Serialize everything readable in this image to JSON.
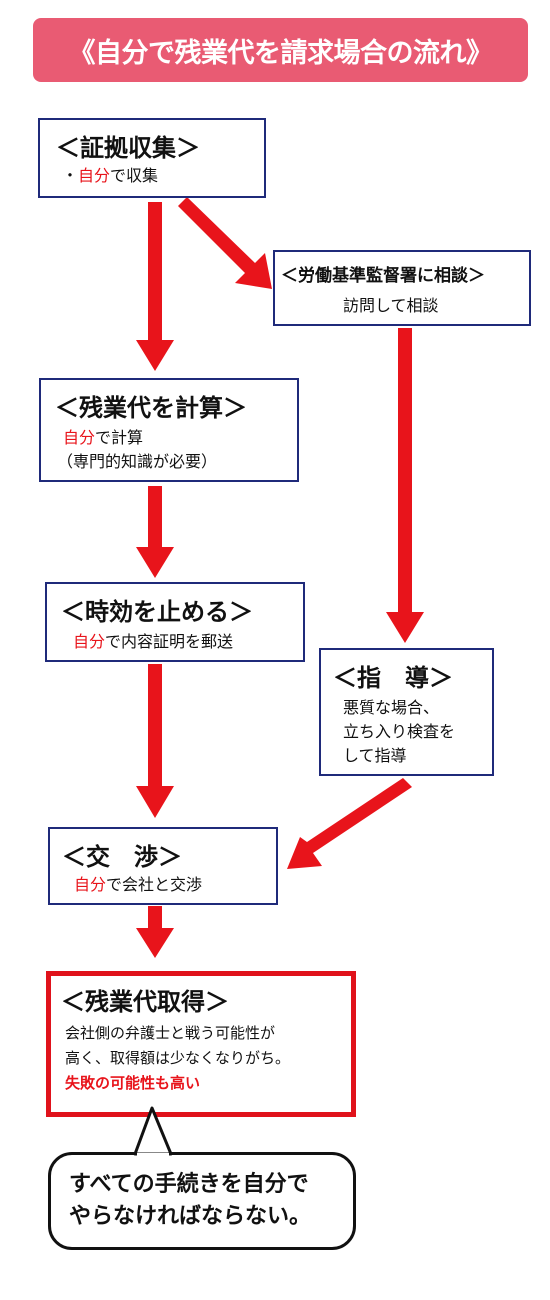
{
  "title": "《自分で残業代を請求場合の流れ》",
  "steps": {
    "evidence": {
      "heading": "＜証拠収集＞",
      "bullet": "・",
      "highlight": "自分",
      "rest": "で収集"
    },
    "labor_office": {
      "heading": "＜労働基準監督署に相談＞",
      "body": "訪問して相談"
    },
    "calculate": {
      "heading": "＜残業代を計算＞",
      "highlight": "自分",
      "rest": "で計算",
      "note": "（専門的知識が必要）"
    },
    "stop_limitation": {
      "heading": "＜時効を止める＞",
      "highlight": "自分",
      "rest": "で内容証明を郵送"
    },
    "guidance": {
      "heading": "＜指　導＞",
      "line1": "悪質な場合、",
      "line2": "立ち入り検査を",
      "line3": "して指導"
    },
    "negotiation": {
      "heading": "＜交　渉＞",
      "highlight": "自分",
      "rest": "で会社と交渉"
    },
    "acquisition": {
      "heading": "＜残業代取得＞",
      "line1": "会社側の弁護士と戦う可能性が",
      "line2": "高く、取得額は少なくなりがち。",
      "warning": "失敗の可能性も高い"
    }
  },
  "callout": {
    "line1": "すべての手続きを自分で",
    "line2": "やらなければならない。"
  },
  "colors": {
    "banner": "#e95b73",
    "box_border": "#1f2a7a",
    "arrow": "#e8141b",
    "highlight": "#e8141b",
    "final_border": "#e0121b"
  }
}
